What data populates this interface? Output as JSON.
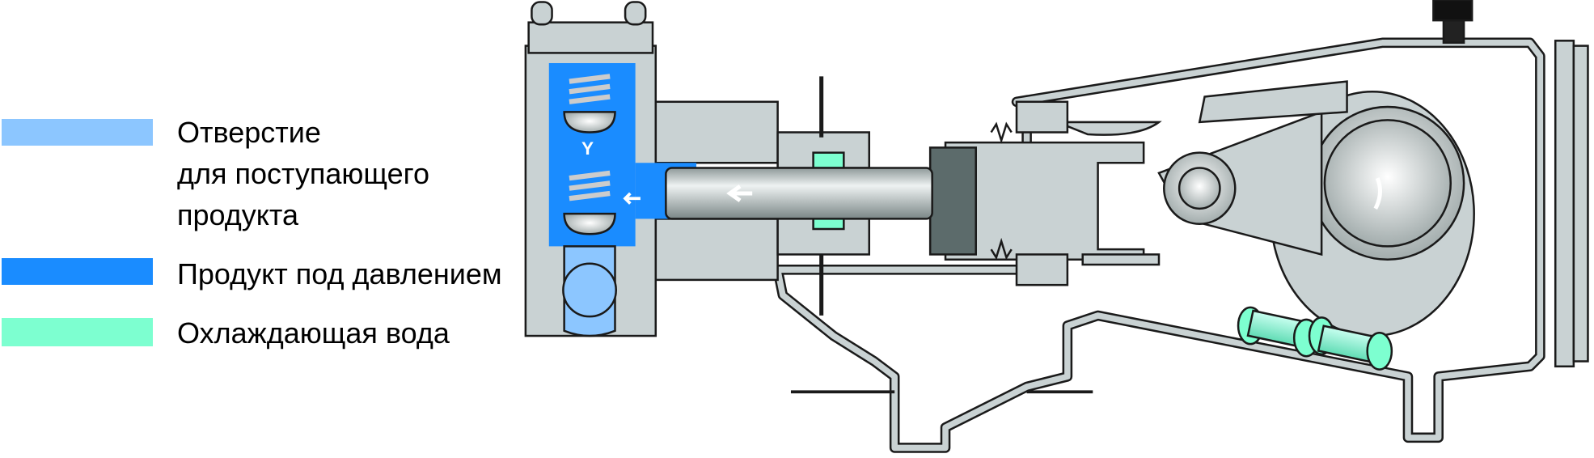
{
  "legend": [
    {
      "label_lines": [
        "Отверстие",
        "для поступающего",
        "продукта"
      ],
      "color": "#8cc6ff"
    },
    {
      "label": "Продукт под давлением",
      "color": "#1a8cff"
    },
    {
      "label": "Охлаждающая вода",
      "color": "#7dffd0"
    }
  ],
  "colors": {
    "metal": "#c9d2d3",
    "metal_dark": "#5c6b6b",
    "outline": "#1a1a1a"
  },
  "icons": [
    "flow-arrow-icon",
    "rotation-arrow-icon"
  ]
}
